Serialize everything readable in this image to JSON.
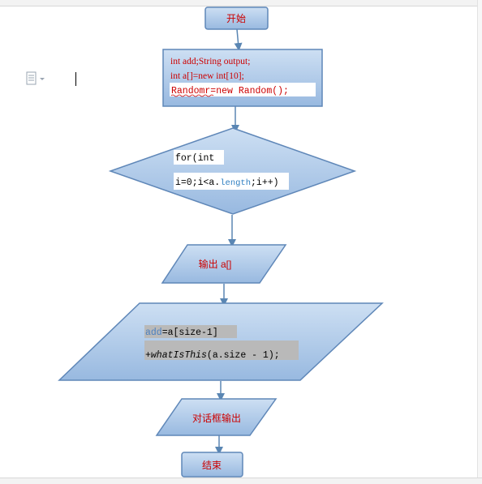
{
  "flowchart": {
    "start": "开始",
    "declarations": {
      "line1": "int add;String output;",
      "line2": "int a[]=new int[10];",
      "line3": "Randomr=new Random();"
    },
    "loop": {
      "line1": "for(int",
      "line2_prefix": "i=0;i<a.",
      "line2_field": "length",
      "line2_suffix": ";i++)"
    },
    "output_array": "输出 a[]",
    "compute": {
      "line1_var": "add",
      "line1_rest": "=a[size-1]",
      "line2_prefix": "+",
      "line2_method": "whatIsThis",
      "line2_rest": "(a.size - 1);"
    },
    "dialog_output": "对话框输出",
    "end": "结束"
  },
  "colors": {
    "shape_fill_top": "#c9daf0",
    "shape_fill_bottom": "#9dbce2",
    "shape_stroke": "#5f87b8",
    "arrow": "#5a86b3",
    "label_red": "#cc0000"
  }
}
